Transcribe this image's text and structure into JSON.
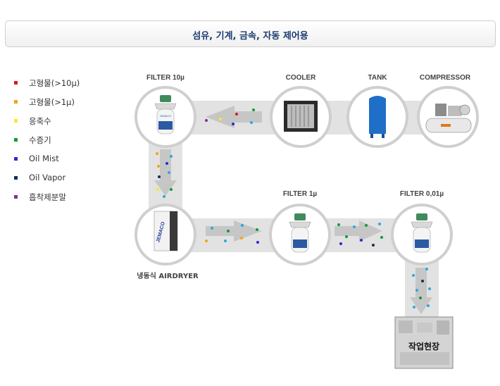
{
  "header": {
    "title": "섬유, 기계, 금속, 자동 제어용"
  },
  "legend": [
    {
      "label": "고형물(>10μ)",
      "color": "#d71920"
    },
    {
      "label": "고형물(>1μ)",
      "color": "#f3a312"
    },
    {
      "label": "응축수",
      "color": "#f7ea27"
    },
    {
      "label": "수증기",
      "color": "#0f9a3a"
    },
    {
      "label": "Oil Mist",
      "color": "#2a2ad6"
    },
    {
      "label": "Oil Vapor",
      "color": "#123058"
    },
    {
      "label": "흡착제분말",
      "color": "#8a2d8f"
    }
  ],
  "nodes": {
    "filter10": "FILTER 10µ",
    "cooler": "COOLER",
    "tank": "TANK",
    "compressor": "COMPRESSOR",
    "filter1": "FILTER 1µ",
    "filter001": "FILTER 0,01µ",
    "airdryer": "냉동식 AIRDRYER",
    "worksite": "작업현장"
  },
  "colors": {
    "pipe": "#e2e2e2",
    "ring": "#cfcfcf",
    "arrow": "#c8c8c8",
    "title": "#1b3c70"
  }
}
